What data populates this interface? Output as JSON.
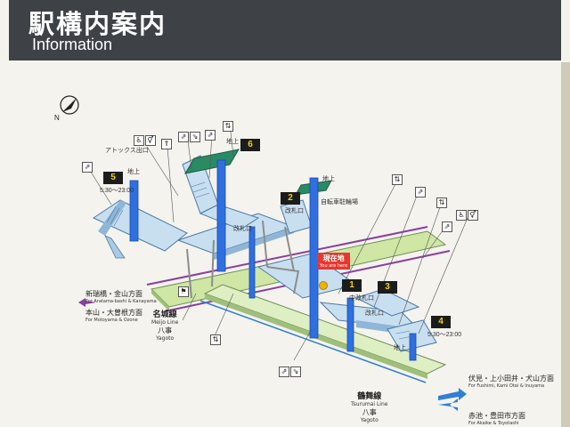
{
  "header": {
    "title_jp": "駅構内案内",
    "title_en": "Information"
  },
  "compass": {
    "label": "N"
  },
  "you_are_here": {
    "jp": "現在地",
    "en": "You are here"
  },
  "exits": [
    {
      "label": "1"
    },
    {
      "label": "2"
    },
    {
      "label": "3"
    },
    {
      "label": "4"
    },
    {
      "label": "5"
    },
    {
      "label": "6"
    }
  ],
  "exit_hours": {
    "exit4": "5:30〜23:00",
    "exit5": "5:30〜23:00"
  },
  "tags": {
    "atax_exit": "アトックス出口",
    "ground_1": "地上",
    "ground_2": "地上",
    "ground_3": "地上",
    "ground_6": "地上",
    "gate_east": "改札口",
    "gate_north": "改札口",
    "gate_mid": "中改札口",
    "gate_south": "改札口",
    "bike_parking": "自転車駐輪場"
  },
  "destinations": {
    "left_top_jp": "新瑞橋・金山方面",
    "left_top_en": "For Aratama-bashi & Kanayama",
    "left_bottom_jp": "本山・大曽根方面",
    "left_bottom_en": "For Motoyama & Ozone",
    "right_top_jp": "伏見・上小田井・犬山方面",
    "right_top_en": "For Fushimi, Kami Otai & Inuyama",
    "right_bottom_jp": "赤池・豊田市方面",
    "right_bottom_en": "For Akaike & Toyotashi"
  },
  "lines": {
    "meijo_jp": "名城線",
    "meijo_en": "Meijo Line",
    "meijo_station": "八事",
    "meijo_station_en": "Yagoto",
    "tsurumai_jp": "鶴舞線",
    "tsurumai_en": "Tsurumai Line",
    "tsurumai_station": "八事",
    "tsurumai_station_en": "Yagoto"
  },
  "colors": {
    "header_bg": "#3e4146",
    "elevator": "#2f6fe0",
    "platform_green": "#cfe6a4",
    "concourse": "#c8dff0",
    "meijo": "#8a3ea0",
    "tsurumai": "#2f7fd6",
    "you_are_here": "#e8372e",
    "exit_box": "#1c1c1c",
    "exit_text": "#f0d400"
  }
}
